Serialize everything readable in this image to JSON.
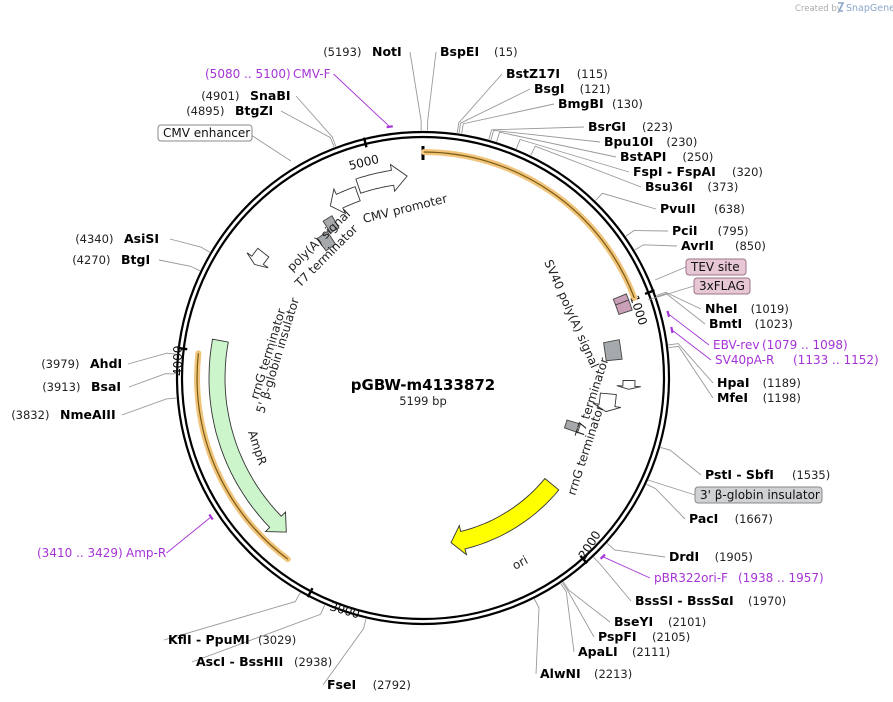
{
  "header": {
    "created_by": "Created by",
    "brand": "SnapGene"
  },
  "plasmid": {
    "name": "pGBW-m4133872",
    "size_label": "5199 bp",
    "length": 5199
  },
  "ticks": [
    {
      "label": "1000",
      "bp": 1000
    },
    {
      "label": "2000",
      "bp": 2000
    },
    {
      "label": "3000",
      "bp": 3000
    },
    {
      "label": "4000",
      "bp": 4000
    },
    {
      "label": "5000",
      "bp": 5000
    }
  ],
  "sites": [
    {
      "name": "NotI",
      "pos": "(5193)",
      "side": "left",
      "bp": 5193
    },
    {
      "name": "BspEI",
      "pos": "(15)",
      "side": "right",
      "bp": 15
    },
    {
      "name": "BstZ17I",
      "pos": "(115)",
      "side": "right",
      "bp": 115
    },
    {
      "name": "BsgI",
      "pos": "(121)",
      "side": "right",
      "bp": 121
    },
    {
      "name": "BmgBI",
      "pos": "(130)",
      "side": "right",
      "bp": 130
    },
    {
      "name": "BsrGI",
      "pos": "(223)",
      "side": "right",
      "bp": 223
    },
    {
      "name": "Bpu10I",
      "pos": "(230)",
      "side": "right",
      "bp": 230
    },
    {
      "name": "BstAPI",
      "pos": "(250)",
      "side": "right",
      "bp": 250
    },
    {
      "name": "FspI - FspAI",
      "pos": "(320)",
      "side": "right",
      "bp": 320
    },
    {
      "name": "Bsu36I",
      "pos": "(373)",
      "side": "right",
      "bp": 373
    },
    {
      "name": "PvuII",
      "pos": "(638)",
      "side": "right",
      "bp": 638
    },
    {
      "name": "PciI",
      "pos": "(795)",
      "side": "right",
      "bp": 795
    },
    {
      "name": "AvrII",
      "pos": "(850)",
      "side": "right",
      "bp": 850
    },
    {
      "name": "NheI",
      "pos": "(1019)",
      "side": "right",
      "bp": 1019
    },
    {
      "name": "BmtI",
      "pos": "(1023)",
      "side": "right",
      "bp": 1023
    },
    {
      "name": "HpaI",
      "pos": "(1189)",
      "side": "right",
      "bp": 1189
    },
    {
      "name": "MfeI",
      "pos": "(1198)",
      "side": "right",
      "bp": 1198
    },
    {
      "name": "PstI - SbfI",
      "pos": "(1535)",
      "side": "right",
      "bp": 1535
    },
    {
      "name": "PacI",
      "pos": "(1667)",
      "side": "right",
      "bp": 1667
    },
    {
      "name": "DrdI",
      "pos": "(1905)",
      "side": "right",
      "bp": 1905
    },
    {
      "name": "BssSI - BssSαI",
      "pos": "(1970)",
      "side": "right",
      "bp": 1970
    },
    {
      "name": "BseYI",
      "pos": "(2101)",
      "side": "right",
      "bp": 2101
    },
    {
      "name": "PspFI",
      "pos": "(2105)",
      "side": "right",
      "bp": 2105
    },
    {
      "name": "ApaLI",
      "pos": "(2111)",
      "side": "right",
      "bp": 2111
    },
    {
      "name": "AlwNI",
      "pos": "(2213)",
      "side": "right",
      "bp": 2213
    },
    {
      "name": "FseI",
      "pos": "(2792)",
      "side": "right",
      "bp": 2792
    },
    {
      "name": "AscI - BssHII",
      "pos": "(2938)",
      "side": "right",
      "bp": 2938
    },
    {
      "name": "KflI - PpuMI",
      "pos": "(3029)",
      "side": "right",
      "bp": 3029
    },
    {
      "name": "NmeAIII",
      "pos": "(3832)",
      "side": "left",
      "bp": 3832
    },
    {
      "name": "BsaI",
      "pos": "(3913)",
      "side": "left",
      "bp": 3913
    },
    {
      "name": "AhdI",
      "pos": "(3979)",
      "side": "left",
      "bp": 3979
    },
    {
      "name": "BtgI",
      "pos": "(4270)",
      "side": "left",
      "bp": 4270
    },
    {
      "name": "AsiSI",
      "pos": "(4340)",
      "side": "left",
      "bp": 4340
    },
    {
      "name": "BtgZI",
      "pos": "(4895)",
      "side": "left",
      "bp": 4895
    },
    {
      "name": "SnaBI",
      "pos": "(4901)",
      "side": "left",
      "bp": 4901
    }
  ],
  "primers": [
    {
      "name": "CMV-F",
      "range": "(5080 .. 5100)",
      "side": "left",
      "bp": 5090
    },
    {
      "name": "EBV-rev",
      "range": "(1079 .. 1098)",
      "side": "right",
      "bp": 1088
    },
    {
      "name": "SV40pA-R",
      "range": "(1133 .. 1152)",
      "side": "right",
      "bp": 1142
    },
    {
      "name": "pBR322ori-F",
      "range": "(1938 .. 1957)",
      "side": "right",
      "bp": 1947
    },
    {
      "name": "Amp-R",
      "range": "(3410 .. 3429)",
      "side": "left",
      "bp": 3419
    }
  ],
  "boxed_labels": [
    {
      "text": "CMV enhancer",
      "style": "white"
    },
    {
      "text": "TEV site",
      "style": "pink"
    },
    {
      "text": "3xFLAG",
      "style": "pink"
    },
    {
      "text": "3' β-globin insulator",
      "style": "gray"
    }
  ],
  "features": [
    {
      "name": "CMV promoter",
      "start": 4930,
      "end": 5134,
      "kind": "promoter",
      "color": "#ffffff"
    },
    {
      "name": "poly(A) signal",
      "start": 4790,
      "end": 4917,
      "kind": "arrow-ccw",
      "color": "#ffffff"
    },
    {
      "name": "T7 terminator",
      "start": 4730,
      "end": 4776,
      "kind": "terminator",
      "color": "#a6a9ab"
    },
    {
      "name": "rrnG terminator",
      "start": 4390,
      "end": 4450,
      "kind": "arrow-ccw",
      "color": "#ffffff"
    },
    {
      "name": "5' β-globin insulator",
      "start": 4660,
      "end": 4720,
      "kind": "box",
      "color": "#a6a9ab"
    },
    {
      "name": "AmpR",
      "start": 3200,
      "end": 4050,
      "kind": "arrow-ccw",
      "color": "#ccf5cc"
    },
    {
      "name": "TEV site",
      "start": 975,
      "end": 1000,
      "kind": "box",
      "color": "#c9a0b7"
    },
    {
      "name": "3xFLAG",
      "start": 1000,
      "end": 1040,
      "kind": "box",
      "color": "#c9a0b7"
    },
    {
      "name": "SV40 poly(A) signal",
      "start": 1140,
      "end": 1222,
      "kind": "box",
      "color": "#a6a9ab"
    },
    {
      "name": "T7 terminator",
      "start": 1310,
      "end": 1345,
      "kind": "arrow-cw",
      "color": "#ffffff"
    },
    {
      "name": "rrnG terminator",
      "start": 1370,
      "end": 1450,
      "kind": "arrow-cw",
      "color": "#ffffff"
    },
    {
      "name": "3' β-globin insulator",
      "start": 1535,
      "end": 1580,
      "kind": "box",
      "color": "#a6a9ab"
    },
    {
      "name": "ori",
      "start": 1870,
      "end": 2460,
      "kind": "arrow-cw",
      "color": "#ffff00"
    }
  ],
  "orfs": [
    {
      "start": 4,
      "end": 1000,
      "color": "#f0c47a"
    },
    {
      "start": 3130,
      "end": 3990,
      "color": "#f0c47a"
    }
  ]
}
